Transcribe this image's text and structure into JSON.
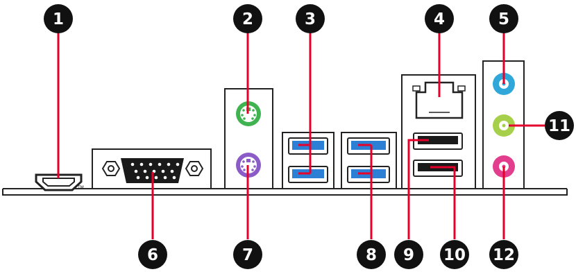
{
  "callouts": {
    "c1": "1",
    "c2": "2",
    "c3": "3",
    "c4": "4",
    "c5": "5",
    "c6": "6",
    "c7": "7",
    "c8": "8",
    "c9": "9",
    "c10": "10",
    "c11": "11",
    "c12": "12"
  },
  "hdmi_tm": "TM",
  "colors": {
    "leader": "#e5002b",
    "badge": "#111111",
    "outline": "#222222",
    "ps2_mouse": "#3fb34f",
    "ps2_keyboard": "#8b5cc8",
    "usb3_blue": "#2b7fd4",
    "audio_line_in": "#2fa7d9",
    "audio_line_out": "#a7d04a",
    "audio_mic": "#e33d8e"
  }
}
